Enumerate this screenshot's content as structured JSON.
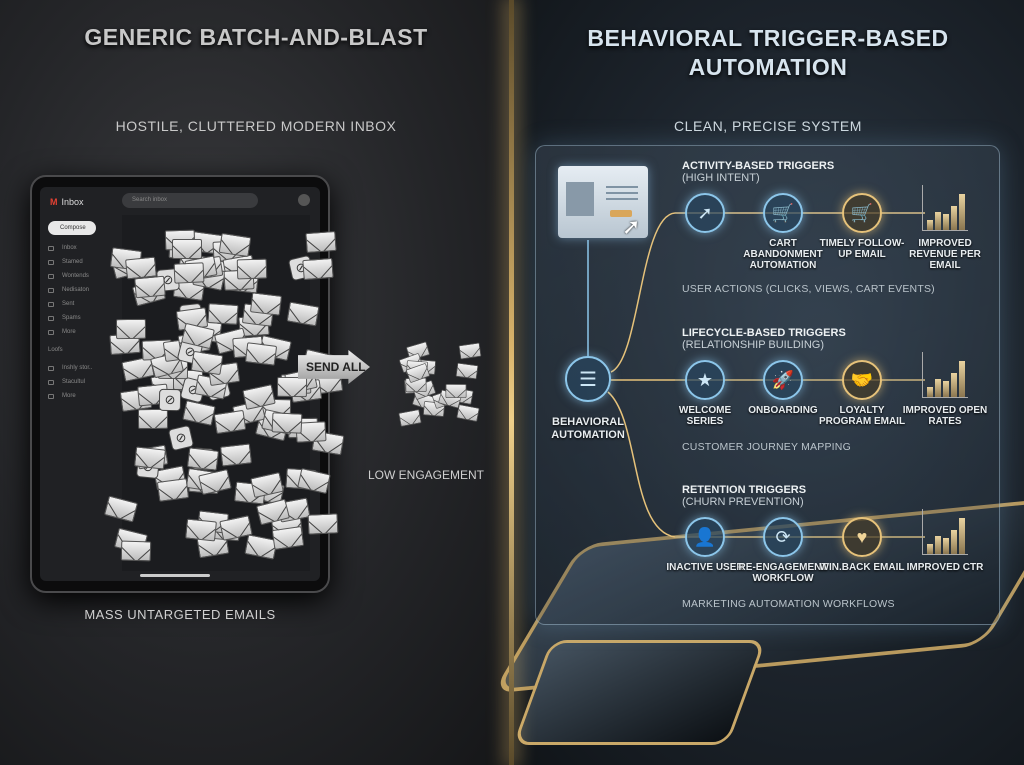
{
  "left": {
    "title": "GENERIC BATCH-AND-BLAST",
    "subtitle": "HOSTILE, CLUTTERED MODERN INBOX",
    "footer": "MASS UNTARGETED EMAILS",
    "inbox": {
      "app_name": "Inbox",
      "search_placeholder": "Search inbox",
      "compose": "Compose",
      "items": [
        "Inbox",
        "Stamed",
        "Wontends",
        "Nedisaton",
        "Sent",
        "Spams",
        "More"
      ],
      "labels_heading": "Loofs",
      "labels": [
        "Inshly stor..",
        "Stacultul",
        "More"
      ]
    },
    "send_all": "SEND ALL",
    "low_engagement": "LOW ENGAGEMENT"
  },
  "right": {
    "title_line1": "BEHAVIORAL TRIGGER-BASED",
    "title_line2": "AUTOMATION",
    "subtitle": "CLEAN, PRECISE SYSTEM",
    "hub": "BEHAVIORAL AUTOMATION",
    "rows": [
      {
        "title": "ACTIVITY-BASED TRIGGERS",
        "tag": "(HIGH INTENT)",
        "caption": "USER ACTIONS (CLICKS, VIEWS, CART EVENTS)",
        "nodes": [
          {
            "icon": "cursor-click-icon",
            "label": ""
          },
          {
            "icon": "cart-icon",
            "label": "CART ABANDONMENT AUTOMATION"
          },
          {
            "icon": "cart-email-icon",
            "label": "TIMELY FOLLOW-UP EMAIL"
          }
        ],
        "result": "IMPROVED REVENUE PER EMAIL"
      },
      {
        "title": "LIFECYCLE-BASED TRIGGERS",
        "tag": "(RELATIONSHIP BUILDING)",
        "caption": "CUSTOMER JOURNEY MAPPING",
        "nodes": [
          {
            "icon": "star-icon",
            "label": "WELCOME SERIES"
          },
          {
            "icon": "rocket-icon",
            "label": "ONBOARDING"
          },
          {
            "icon": "handshake-icon",
            "label": "LOYALTY PROGRAM EMAIL"
          }
        ],
        "result": "IMPROVED OPEN RATES"
      },
      {
        "title": "RETENTION TRIGGERS",
        "tag": "(CHURN PREVENTION)",
        "caption": "MARKETING AUTOMATION WORKFLOWS",
        "nodes": [
          {
            "icon": "user-icon",
            "label": "INACTIVE USER"
          },
          {
            "icon": "refresh-cycle-icon",
            "label": "RE-ENGAGEMENT WORKFLOW"
          },
          {
            "icon": "heart-icon",
            "label": "WIN.BACK EMAIL"
          }
        ],
        "result": "IMPROVED CTR"
      }
    ]
  },
  "colors": {
    "gold": "#e6c27a",
    "blue": "#8cc6ea"
  }
}
